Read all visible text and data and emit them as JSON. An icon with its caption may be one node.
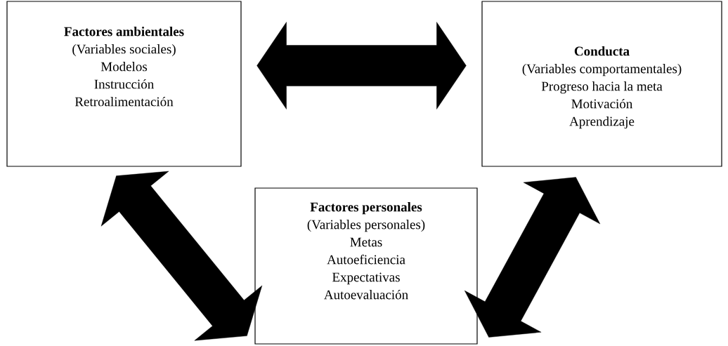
{
  "diagram": {
    "nodes": [
      {
        "text": [
          "Factores ambientales",
          "(Variables sociales)",
          "Modelos",
          "Instrucción",
          "Retroalimentación"
        ]
      },
      {
        "text": [
          "Conducta",
          "(Variables comportamentales)",
          "Progreso hacia la meta",
          "Motivación",
          "Aprendizaje"
        ]
      },
      {
        "text": [
          "Factores personales",
          "(Variables personales)",
          "Metas",
          "Autoeficiencia",
          "Expectativas",
          "Autoevaluación"
        ]
      }
    ],
    "edges": [
      {
        "from": 0,
        "to": 1,
        "arrow": "both"
      },
      {
        "from": 0,
        "to": 2,
        "arrow": "both"
      },
      {
        "from": 2,
        "to": 1,
        "arrow": "both"
      }
    ]
  }
}
